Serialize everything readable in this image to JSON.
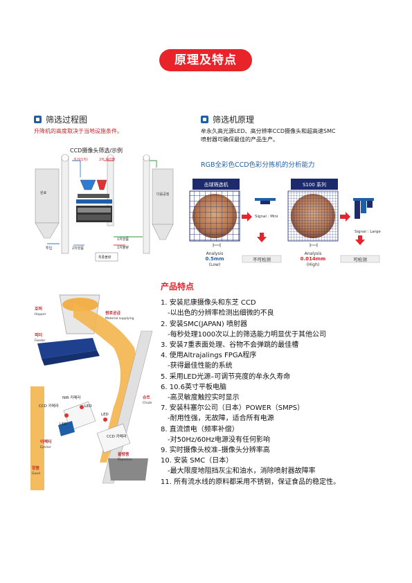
{
  "page_title": "原理及特点",
  "left_section": {
    "heading": "筛选过程图",
    "note": "升降机的高度取决于当地设施条件。",
    "diagram_caption": "CCD摄像头筛选/示例",
    "labels": {
      "first_pass": "초기(1차)",
      "second_pass": "2차 재선별",
      "raw_material": "원료",
      "next_process": "다음공정",
      "input": "투입",
      "second_good": "2차양품",
      "first_good": "1차양품",
      "first_reject": "1차불량",
      "final_reject": "최종불량"
    }
  },
  "right_section": {
    "heading": "筛选机原理",
    "desc_line1": "牟永久高光源LED、高分辨率CCD摄像头和超高速SMC",
    "desc_line2": "喷射器可确保最佳的产品生产。",
    "analysis_title": "RGB全彩色CCD色彩分拣机的分析能力",
    "left_box": {
      "label": "击球筛选机",
      "signal": "Signal : Mini",
      "analysis": "Analysis",
      "value": "0.5mm",
      "level": "(Low)",
      "result": "不可检测"
    },
    "right_box": {
      "label": "S100 系列",
      "signal": "Signal : Large",
      "analysis": "Analysis",
      "value": "0.014mm",
      "level": "(High)",
      "result": "可检测"
    }
  },
  "machine_labels": {
    "hopper_ko": "호퍼",
    "hopper_en": "Hopper",
    "material_ko": "원료공급",
    "material_en": "Material supplying",
    "feeder_ko": "피더",
    "feeder_en": "Feeder",
    "chute_ko": "슈트",
    "chute_en": "Chute",
    "nir_camera": "NIR 카메라",
    "ccd_camera_left": "CCD 카메라",
    "ccd_camera_right": "CCD 카메라",
    "led1": "LED",
    "led2": "LED",
    "led3": "LED",
    "ejector_ko": "이젝터",
    "ejector_en": "Ejector",
    "rejection_ko": "불량품",
    "rejection_en": "Rejection",
    "good_ko": "양품",
    "good_en": "Good"
  },
  "features": {
    "heading": "产品特点",
    "items": [
      {
        "main": "1. 安装尼康摄像头和东芝 CCD",
        "sub": "-以出色的分辨率检测出细微的不良"
      },
      {
        "main": "2. 安装SMC(JAPAN) 喷射器",
        "sub": "-每秒处理1000次以上的筛选能力明显优于其他公司"
      },
      {
        "main": "3. 安装7重表面处理、谷物不会弹跳的最佳槽",
        "sub": ""
      },
      {
        "main": "4. 使用Altrajalings FPGA程序",
        "sub": "-获得最佳性能的系统"
      },
      {
        "main": "5. 采用LED光源–可调节亮度的牟永久寿命",
        "sub": ""
      },
      {
        "main": "6. 10.6英寸平板电脑",
        "sub": "-高灵敏度触控实时显示"
      },
      {
        "main": "7. 安装科塞尔公司（日本）POWER（SMPS）",
        "sub": "-耐用性强，无故障，适合所有电源"
      },
      {
        "main": "8. 直流馈电（频率补偿）",
        "sub": "-对50Hz/60Hz电源没有任何影响"
      },
      {
        "main": "9. 实时摄像头校准–摄像头分辨率高",
        "sub": ""
      },
      {
        "main": "10. 安装 SMC（日本）",
        "sub": "-最大限度地阻挡灰尘和油水，消除喷射器故障率"
      },
      {
        "main": "11. 所有流水线的原料都采用不锈钢，保证食品的稳定性。",
        "sub": ""
      }
    ]
  },
  "colors": {
    "accent_red": "#e8232a",
    "navy": "#1d2a6b",
    "blue": "#1f5fa8"
  }
}
